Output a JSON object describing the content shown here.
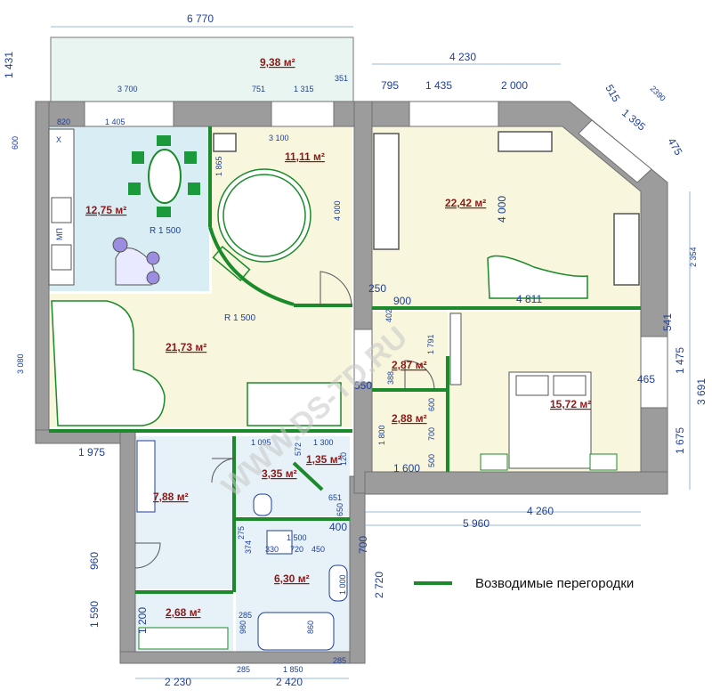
{
  "colors": {
    "wall": "#9c9c9c",
    "partition": "#1a8a2a",
    "kitchen_floor": "#d9eef4",
    "living_floor": "#f8f6dc",
    "bath_floor": "#e6f2f7",
    "balcony_floor": "#e8f5f0",
    "dim": "#1f3f98",
    "area": "#8b1a1a"
  },
  "areas": {
    "balcony": "9,38 м²",
    "kitchen": "12,75 м²",
    "room_round": "11,11 м²",
    "big_room": "22,42 м²",
    "living": "21,73 м²",
    "bedroom": "15,72 м²",
    "closet_1": "2,87 м²",
    "closet_2": "2,88 м²",
    "hall": "7,88 м²",
    "wc": "3,35 м²",
    "small": "1,35 м²",
    "bath": "6,30 м²",
    "storage": "2,68 м²"
  },
  "dims": {
    "top_total": "6 770",
    "balcony_left": "1 431",
    "balcony_3700": "3 700",
    "balcony_751": "751",
    "balcony_1315": "1 315",
    "balcony_351": "351",
    "d4230": "4 230",
    "d795": "795",
    "d1435": "1 435",
    "d2000": "2 000",
    "d515": "515",
    "d2390": "2390",
    "d1395": "1 395",
    "d475": "475",
    "d820": "820",
    "d1405": "1 405",
    "d600": "600",
    "d3100": "3 100",
    "d1865": "1 865",
    "d4000a": "4 000",
    "d4000b": "4 000",
    "d2354": "2 354",
    "d250": "250",
    "d900": "900",
    "d4811": "4 811",
    "d402": "402",
    "d541": "541",
    "d1475": "1 475",
    "d465": "465",
    "d3691": "3 691",
    "d1675": "1 675",
    "d1791": "1 791",
    "d388": "388",
    "d550": "550",
    "d3080": "3 080",
    "d1975": "1 975",
    "d600b": "600",
    "d700": "700",
    "d500": "500",
    "d1800": "1 800",
    "d1600": "1 600",
    "d1095": "1 095",
    "d572": "572",
    "d1300": "1 300",
    "d120": "120",
    "d651": "651",
    "d650": "650",
    "d4260": "4 260",
    "d5960": "5 960",
    "d400": "400",
    "d700b": "700",
    "d960": "960",
    "d1590": "1 590",
    "d1200": "1 200",
    "d2720": "2 720",
    "d275": "275",
    "d374": "374",
    "d1500": "1 500",
    "d330": "330",
    "d720": "720",
    "d450": "450",
    "d1000": "1 000",
    "d285": "285",
    "d980": "980",
    "d860": "860",
    "d2230": "2 230",
    "d285b": "285",
    "d1850": "1 850",
    "d285c": "285",
    "d2420": "2 420"
  },
  "radius_labels": {
    "r1": "R 1 500",
    "r2": "R 1 500"
  },
  "kitchen_marks": {
    "x": "X",
    "mp": "МП"
  },
  "legend": {
    "label": "Возводимые перегородки"
  },
  "watermark": "WWW.DS-TD.RU"
}
